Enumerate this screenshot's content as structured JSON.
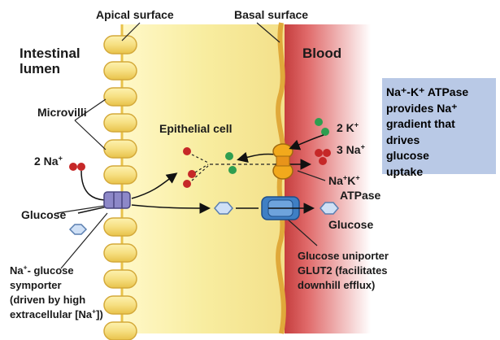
{
  "labels": {
    "apical_surface": "Apical surface",
    "basal_surface": "Basal surface",
    "lumen_line1": "Intestinal",
    "lumen_line2": "lumen",
    "blood": "Blood",
    "microvilli": "Microvilli",
    "epithelial_cell": "Epithelial cell",
    "na_count": "2 Na",
    "glucose_left": "Glucose",
    "glucose_right": "Glucose",
    "k_out": "2 K",
    "na_out": "3 Na",
    "atpase_line1": "Na",
    "atpase_k": "K",
    "atpase_line2": "ATPase",
    "uniporter_line1": "Glucose uniporter",
    "uniporter_line2": "GLUT2 (facilitates",
    "uniporter_line3": "downhill efflux)",
    "symporter_line1": "Na",
    "symporter_line1_rest": "- glucose",
    "symporter_line2": "symporter",
    "symporter_line3": "(driven by high",
    "symporter_line4": "extracellular [Na",
    "symporter_line4_end": "])"
  },
  "superscripts": {
    "plus": "+"
  },
  "note": {
    "lines": [
      "Na⁺-K⁺ ATPase",
      "provides Na⁺",
      "gradient that",
      "drives",
      "glucose",
      "uptake"
    ]
  },
  "colors": {
    "cell_fill": "#f8eda0",
    "membrane": "#e8c24a",
    "blood_red": "#d84545",
    "sodium": "#c62828",
    "potassium": "#2e9e50",
    "symporter": "#8d88c8",
    "atpase": "#f2a91c",
    "uniporter": "#3f7fc4",
    "glucose": "#a8c4ec",
    "note_bg": "#b9c9e6"
  }
}
